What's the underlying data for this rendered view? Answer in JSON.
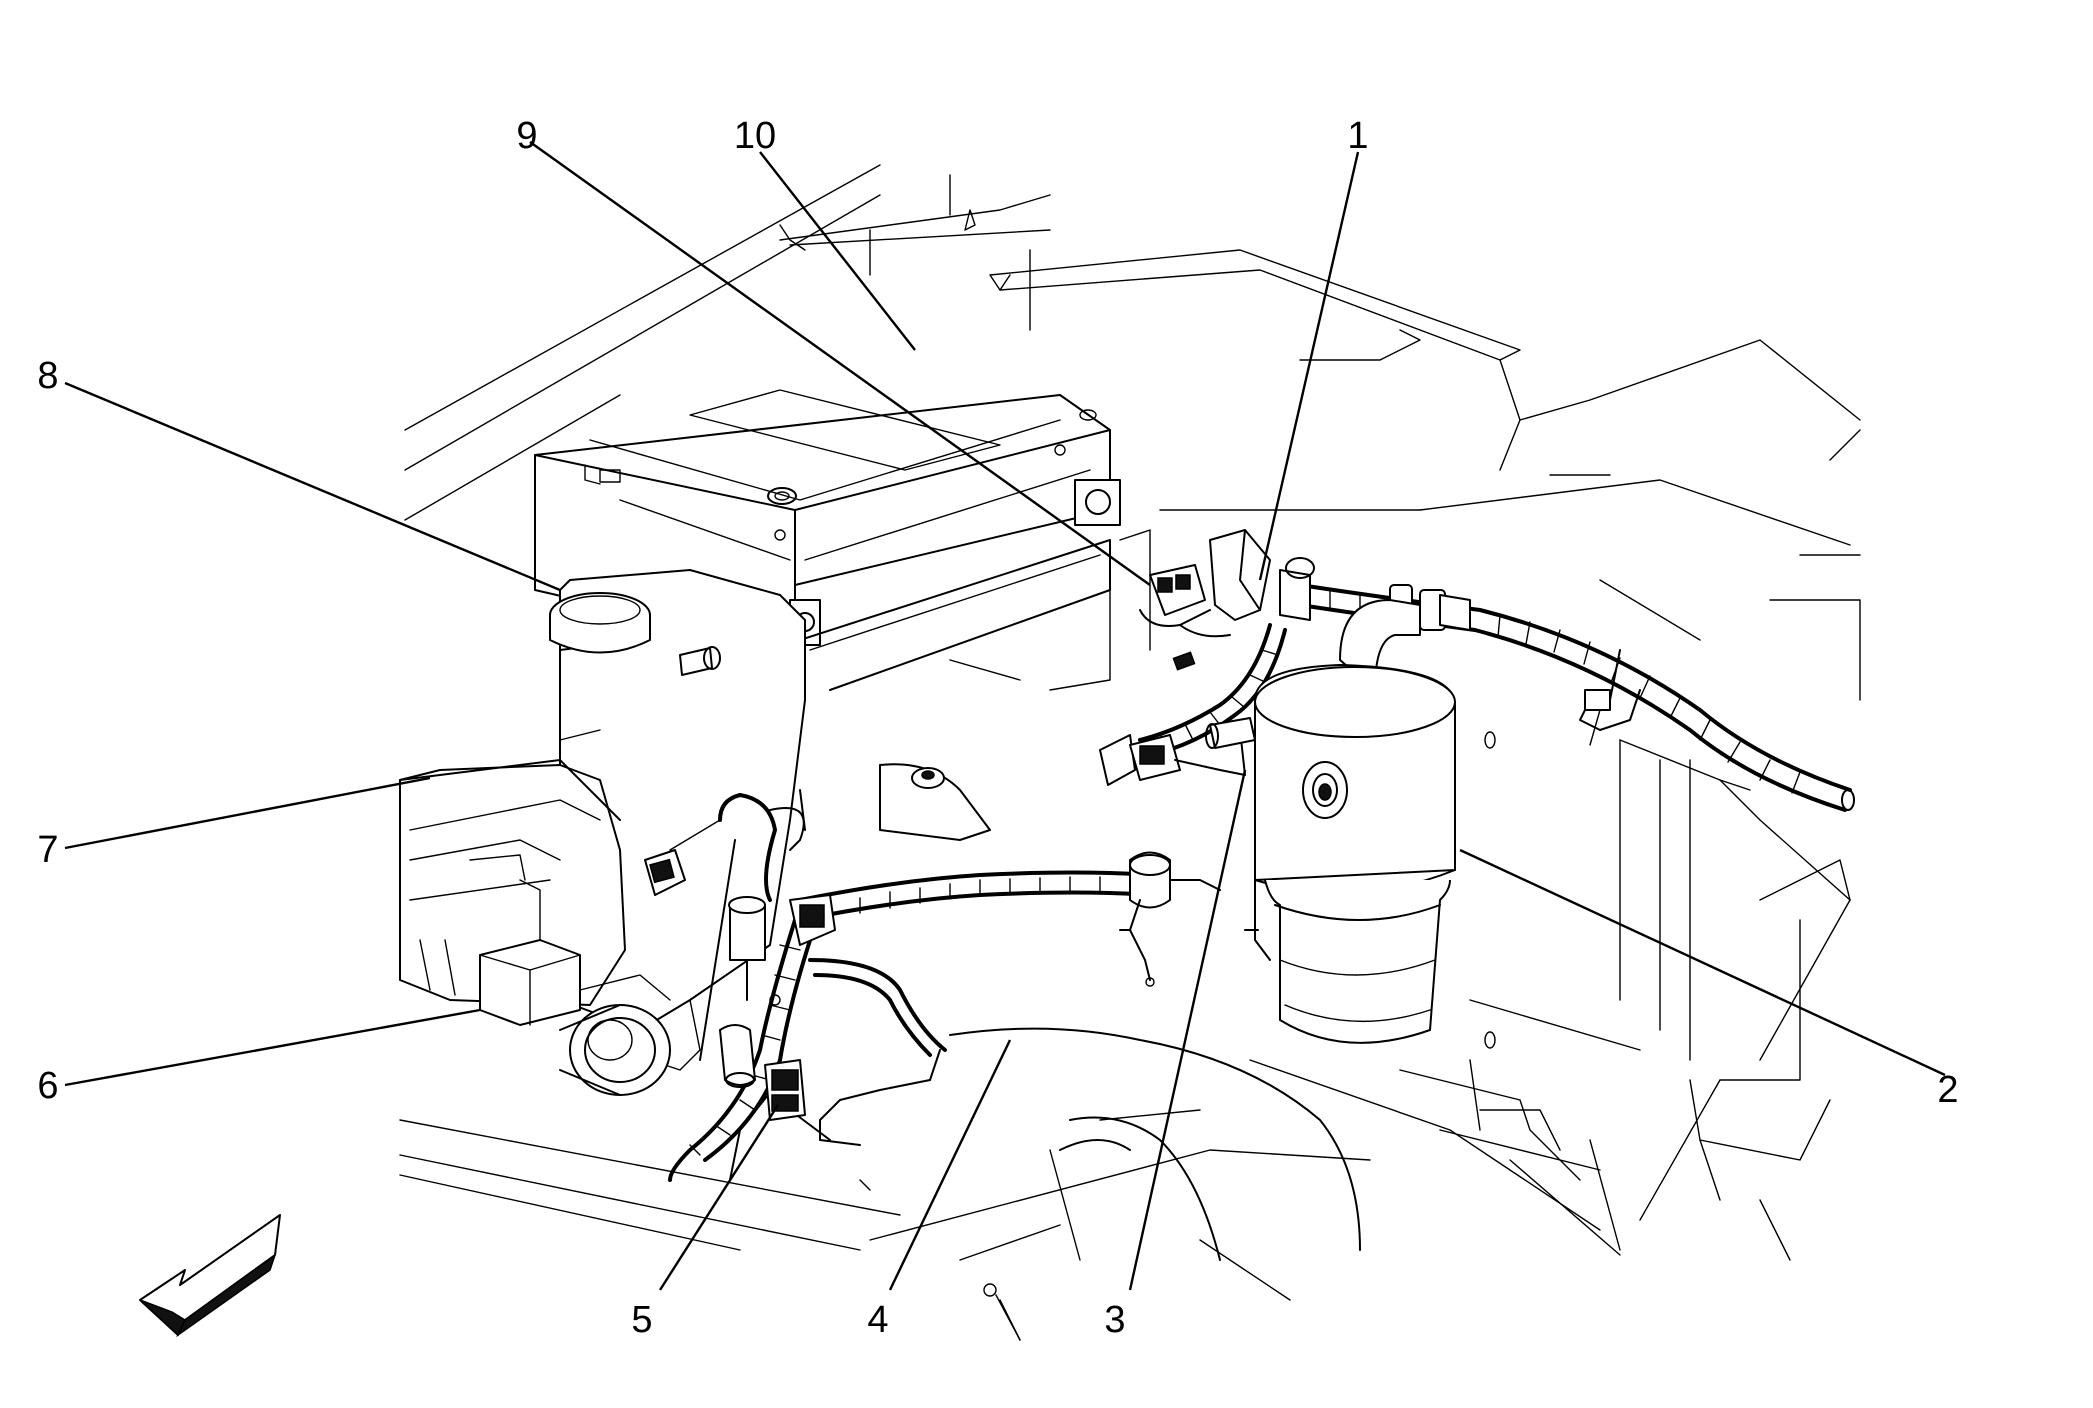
{
  "diagram": {
    "callouts": [
      {
        "id": "1",
        "label": "1"
      },
      {
        "id": "2",
        "label": "2"
      },
      {
        "id": "3",
        "label": "3"
      },
      {
        "id": "4",
        "label": "4"
      },
      {
        "id": "5",
        "label": "5"
      },
      {
        "id": "6",
        "label": "6"
      },
      {
        "id": "7",
        "label": "7"
      },
      {
        "id": "8",
        "label": "8"
      },
      {
        "id": "9",
        "label": "9"
      },
      {
        "id": "10",
        "label": "10"
      }
    ],
    "orientation_arrow": "front-direction-arrow-icon"
  }
}
